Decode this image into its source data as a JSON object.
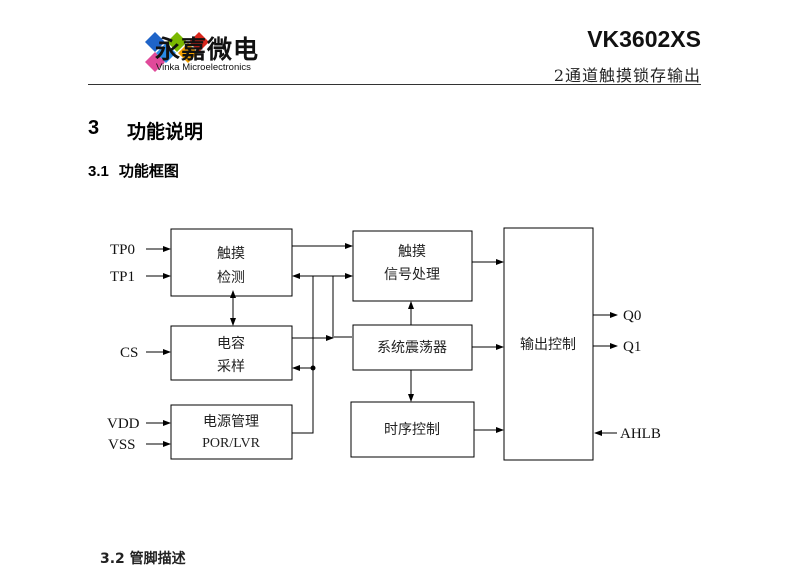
{
  "header": {
    "brand_cn": "永嘉微电",
    "brand_en": "Vinka Microelectronics",
    "model": "VK3602XS",
    "subtitle": "2通道触摸锁存输出"
  },
  "logo_colors": [
    "#1f64c8",
    "#d9261c",
    "#7ab800",
    "#f5a100",
    "#2a8be6",
    "#e04a9a"
  ],
  "section": {
    "number": "3",
    "title": "功能说明"
  },
  "subsection": {
    "number": "3.1",
    "title": "功能框图"
  },
  "diagram": {
    "blocks": {
      "touch_detect": [
        "触摸",
        "检测"
      ],
      "capacitive_sampling": [
        "电容",
        "采样"
      ],
      "power_management": [
        "电源管理",
        "POR/LVR"
      ],
      "touch_signal_processing": [
        "触摸",
        "信号处理"
      ],
      "system_oscillator": "系统震荡器",
      "timing_control": "时序控制",
      "output_control": "输出控制"
    },
    "pins": {
      "tp0": "TP0",
      "tp1": "TP1",
      "cs": "CS",
      "vdd": "VDD",
      "vss": "VSS",
      "q0": "Q0",
      "q1": "Q1",
      "ahlb": "AHLB"
    }
  },
  "footer_partial": "3.2 管脚描述"
}
